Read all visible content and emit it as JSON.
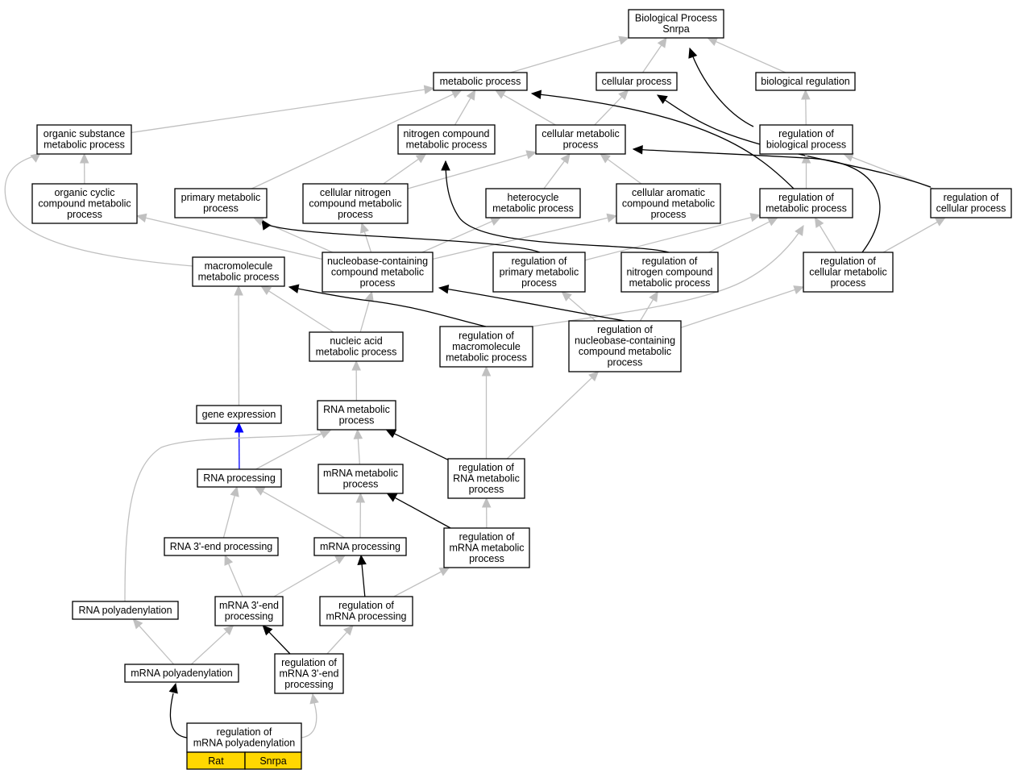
{
  "colors": {
    "is_a": "#c0c0c0",
    "regulates": "#000000",
    "part_of": "#0000ff",
    "highlight": "#ffd700"
  },
  "nodes": [
    {
      "id": "bp",
      "lines": [
        "Biological Process",
        "Snrpa"
      ]
    },
    {
      "id": "metabolic",
      "lines": [
        "metabolic process"
      ]
    },
    {
      "id": "cellular",
      "lines": [
        "cellular process"
      ]
    },
    {
      "id": "bioreg",
      "lines": [
        "biological regulation"
      ]
    },
    {
      "id": "orgsub",
      "lines": [
        "organic substance",
        "metabolic process"
      ]
    },
    {
      "id": "nitrogen",
      "lines": [
        "nitrogen compound",
        "metabolic process"
      ]
    },
    {
      "id": "cellmet",
      "lines": [
        "cellular metabolic",
        "process"
      ]
    },
    {
      "id": "regbio",
      "lines": [
        "regulation of",
        "biological process"
      ]
    },
    {
      "id": "orgcyc",
      "lines": [
        "organic cyclic",
        "compound metabolic",
        "process"
      ]
    },
    {
      "id": "primary",
      "lines": [
        "primary metabolic",
        "process"
      ]
    },
    {
      "id": "cellnitro",
      "lines": [
        "cellular nitrogen",
        "compound metabolic",
        "process"
      ]
    },
    {
      "id": "hetero",
      "lines": [
        "heterocycle",
        "metabolic process"
      ]
    },
    {
      "id": "cellarom",
      "lines": [
        "cellular aromatic",
        "compound metabolic",
        "process"
      ]
    },
    {
      "id": "regmet",
      "lines": [
        "regulation of",
        "metabolic process"
      ]
    },
    {
      "id": "regcell",
      "lines": [
        "regulation of",
        "cellular process"
      ]
    },
    {
      "id": "macro",
      "lines": [
        "macromolecule",
        "metabolic process"
      ]
    },
    {
      "id": "nucleobase",
      "lines": [
        "nucleobase-containing",
        "compound metabolic",
        "process"
      ]
    },
    {
      "id": "regprim",
      "lines": [
        "regulation of",
        "primary metabolic",
        "process"
      ]
    },
    {
      "id": "regnitro",
      "lines": [
        "regulation of",
        "nitrogen compound",
        "metabolic process"
      ]
    },
    {
      "id": "regcellmet",
      "lines": [
        "regulation of",
        "cellular metabolic",
        "process"
      ]
    },
    {
      "id": "nucleic",
      "lines": [
        "nucleic acid",
        "metabolic process"
      ]
    },
    {
      "id": "regmacro",
      "lines": [
        "regulation of",
        "macromolecule",
        "metabolic process"
      ]
    },
    {
      "id": "regnucleo",
      "lines": [
        "regulation of",
        "nucleobase-containing",
        "compound metabolic",
        "process"
      ]
    },
    {
      "id": "geneexp",
      "lines": [
        "gene expression"
      ]
    },
    {
      "id": "rnamet",
      "lines": [
        "RNA metabolic",
        "process"
      ]
    },
    {
      "id": "rnaproc",
      "lines": [
        "RNA processing"
      ]
    },
    {
      "id": "mrnamet",
      "lines": [
        "mRNA metabolic",
        "process"
      ]
    },
    {
      "id": "regrnamet",
      "lines": [
        "regulation of",
        "RNA metabolic",
        "process"
      ]
    },
    {
      "id": "rna3end",
      "lines": [
        "RNA 3'-end processing"
      ]
    },
    {
      "id": "mrnaproc",
      "lines": [
        "mRNA processing"
      ]
    },
    {
      "id": "regmrnamet",
      "lines": [
        "regulation of",
        "mRNA metabolic",
        "process"
      ]
    },
    {
      "id": "rnapoly",
      "lines": [
        "RNA polyadenylation"
      ]
    },
    {
      "id": "mrna3end",
      "lines": [
        "mRNA 3'-end",
        "processing"
      ]
    },
    {
      "id": "regmrnaproc",
      "lines": [
        "regulation of",
        "mRNA processing"
      ]
    },
    {
      "id": "mrnapoly",
      "lines": [
        "mRNA polyadenylation"
      ]
    },
    {
      "id": "regmrna3end",
      "lines": [
        "regulation of",
        "mRNA 3'-end",
        "processing"
      ]
    },
    {
      "id": "regmrnapoly",
      "lines": [
        "regulation of",
        "mRNA polyadenylation"
      ]
    }
  ],
  "edges": [
    {
      "from": "metabolic",
      "to": "bp",
      "type": "is_a"
    },
    {
      "from": "cellular",
      "to": "bp",
      "type": "is_a"
    },
    {
      "from": "bioreg",
      "to": "bp",
      "type": "is_a"
    },
    {
      "from": "regbio",
      "to": "bp",
      "type": "regulates"
    },
    {
      "from": "orgsub",
      "to": "metabolic",
      "type": "is_a"
    },
    {
      "from": "nitrogen",
      "to": "metabolic",
      "type": "is_a"
    },
    {
      "from": "cellmet",
      "to": "metabolic",
      "type": "is_a"
    },
    {
      "from": "cellmet",
      "to": "cellular",
      "type": "is_a"
    },
    {
      "from": "regbio",
      "to": "bioreg",
      "type": "is_a"
    },
    {
      "from": "primary",
      "to": "metabolic",
      "type": "is_a"
    },
    {
      "from": "regmet",
      "to": "metabolic",
      "type": "regulates"
    },
    {
      "from": "regcell",
      "to": "cellular",
      "type": "regulates"
    },
    {
      "from": "regcell",
      "to": "regbio",
      "type": "is_a"
    },
    {
      "from": "regmet",
      "to": "regbio",
      "type": "is_a"
    },
    {
      "from": "orgcyc",
      "to": "orgsub",
      "type": "is_a"
    },
    {
      "from": "cellnitro",
      "to": "nitrogen",
      "type": "is_a"
    },
    {
      "from": "cellnitro",
      "to": "cellmet",
      "type": "is_a"
    },
    {
      "from": "hetero",
      "to": "cellmet",
      "type": "is_a"
    },
    {
      "from": "cellarom",
      "to": "cellmet",
      "type": "is_a"
    },
    {
      "from": "regcellmet",
      "to": "cellmet",
      "type": "regulates"
    },
    {
      "from": "regcellmet",
      "to": "regmet",
      "type": "is_a"
    },
    {
      "from": "regcellmet",
      "to": "regcell",
      "type": "is_a"
    },
    {
      "from": "regprim",
      "to": "regmet",
      "type": "is_a"
    },
    {
      "from": "regnitro",
      "to": "regmet",
      "type": "is_a"
    },
    {
      "from": "regnitro",
      "to": "nitrogen",
      "type": "regulates"
    },
    {
      "from": "regprim",
      "to": "primary",
      "type": "regulates"
    },
    {
      "from": "macro",
      "to": "orgsub",
      "type": "is_a"
    },
    {
      "from": "nucleobase",
      "to": "orgcyc",
      "type": "is_a"
    },
    {
      "from": "nucleobase",
      "to": "primary",
      "type": "is_a"
    },
    {
      "from": "nucleobase",
      "to": "cellnitro",
      "type": "is_a"
    },
    {
      "from": "nucleobase",
      "to": "hetero",
      "type": "is_a"
    },
    {
      "from": "nucleobase",
      "to": "cellarom",
      "type": "is_a"
    },
    {
      "from": "nucleic",
      "to": "macro",
      "type": "is_a"
    },
    {
      "from": "nucleic",
      "to": "nucleobase",
      "type": "is_a"
    },
    {
      "from": "regmacro",
      "to": "macro",
      "type": "regulates"
    },
    {
      "from": "regmacro",
      "to": "regmet",
      "type": "is_a"
    },
    {
      "from": "regnucleo",
      "to": "nucleobase",
      "type": "regulates"
    },
    {
      "from": "regnucleo",
      "to": "regprim",
      "type": "is_a"
    },
    {
      "from": "regnucleo",
      "to": "regnitro",
      "type": "is_a"
    },
    {
      "from": "regnucleo",
      "to": "regcellmet",
      "type": "is_a"
    },
    {
      "from": "geneexp",
      "to": "macro",
      "type": "is_a"
    },
    {
      "from": "rnamet",
      "to": "nucleic",
      "type": "is_a"
    },
    {
      "from": "rnaproc",
      "to": "geneexp",
      "type": "part_of"
    },
    {
      "from": "rnaproc",
      "to": "rnamet",
      "type": "is_a"
    },
    {
      "from": "mrnamet",
      "to": "rnamet",
      "type": "is_a"
    },
    {
      "from": "regrnamet",
      "to": "rnamet",
      "type": "regulates"
    },
    {
      "from": "regrnamet",
      "to": "regmacro",
      "type": "is_a"
    },
    {
      "from": "regrnamet",
      "to": "regnucleo",
      "type": "is_a"
    },
    {
      "from": "rna3end",
      "to": "rnaproc",
      "type": "is_a"
    },
    {
      "from": "mrnaproc",
      "to": "rnaproc",
      "type": "is_a"
    },
    {
      "from": "mrnaproc",
      "to": "mrnamet",
      "type": "is_a"
    },
    {
      "from": "regmrnamet",
      "to": "mrnamet",
      "type": "regulates"
    },
    {
      "from": "regmrnamet",
      "to": "regrnamet",
      "type": "is_a"
    },
    {
      "from": "rnapoly",
      "to": "rnamet",
      "type": "is_a"
    },
    {
      "from": "mrna3end",
      "to": "rna3end",
      "type": "is_a"
    },
    {
      "from": "mrna3end",
      "to": "mrnaproc",
      "type": "is_a"
    },
    {
      "from": "regmrnaproc",
      "to": "mrnaproc",
      "type": "regulates"
    },
    {
      "from": "regmrnaproc",
      "to": "regmrnamet",
      "type": "is_a"
    },
    {
      "from": "mrnapoly",
      "to": "rnapoly",
      "type": "is_a"
    },
    {
      "from": "mrnapoly",
      "to": "mrna3end",
      "type": "is_a"
    },
    {
      "from": "regmrna3end",
      "to": "mrna3end",
      "type": "regulates"
    },
    {
      "from": "regmrna3end",
      "to": "regmrnaproc",
      "type": "is_a"
    },
    {
      "from": "regmrnapoly",
      "to": "mrnapoly",
      "type": "regulates"
    },
    {
      "from": "regmrnapoly",
      "to": "regmrna3end",
      "type": "is_a"
    }
  ],
  "legend": {
    "species": "Rat",
    "gene": "Snrpa"
  }
}
